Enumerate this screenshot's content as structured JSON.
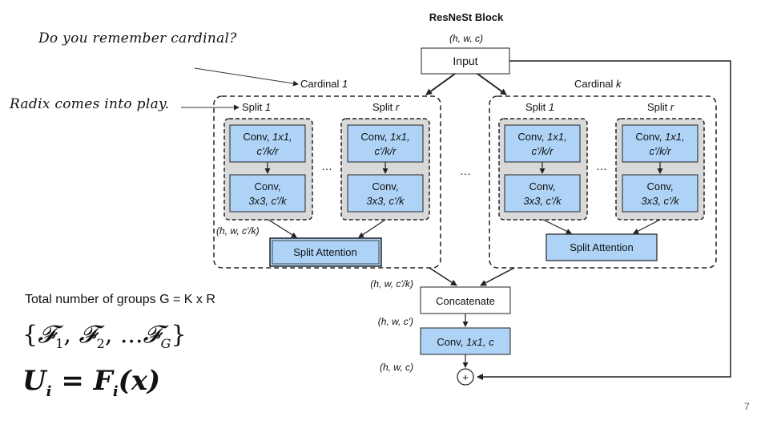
{
  "notes": {
    "cardinal_question": "Do you remember cardinal?",
    "radix_note": "Radix comes into play."
  },
  "left_text": {
    "groups_label": "Total number of groups G = K x R",
    "set_expr": "{𝓕₁, 𝓕₂, ...𝓕_G}",
    "u_expr": "Uᵢ = Fᵢ(x)"
  },
  "diagram": {
    "title": "ResNeSt Block",
    "input_shape": "(h, w, c)",
    "input_label": "Input",
    "cardinal_first_prefix": "Cardinal ",
    "cardinal_first_index": "1",
    "cardinal_last_prefix": "Cardinal ",
    "cardinal_last_index": "k",
    "split_prefix": "Split ",
    "split_first_index": "1",
    "split_last_index": "r",
    "conv1_line1_prefix": "Conv, ",
    "conv1_line1_italic": "1x1,",
    "conv1_line2": "c'/k/r",
    "conv2_line1": "Conv,",
    "conv2_line2": "3x3, c'/k",
    "ellipsis": "…",
    "split_shape": "(h, w, c'/k)",
    "split_attention": "Split Attention",
    "concat_shape": "(h, w, c'/k)",
    "concatenate": "Concatenate",
    "concat_out_shape": "(h, w, c')",
    "final_conv_prefix": "Conv, ",
    "final_conv_italic": "1x1, c",
    "output_shape": "(h, w, c)",
    "plus_symbol": "+"
  },
  "page_number": "7",
  "colors": {
    "box_fill": "#aed3f7",
    "split_group_fill": "#d9d9d9",
    "stroke": "#222222"
  }
}
